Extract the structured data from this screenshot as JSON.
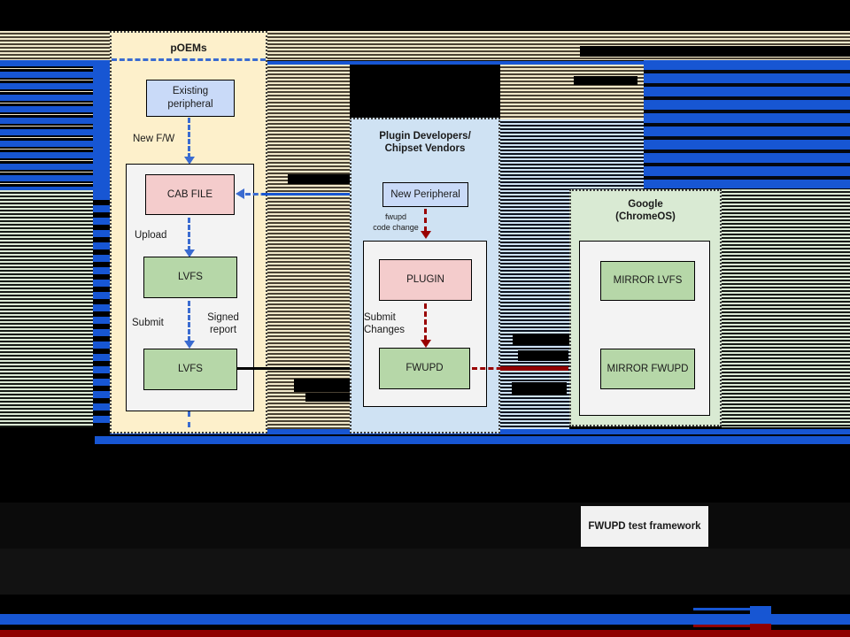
{
  "poems": {
    "title": "pOEMs",
    "existing_peripheral": "Existing\nperipheral",
    "new_fw_label": "New F/W",
    "cab_file": "CAB FILE",
    "upload_label": "Upload",
    "lvfs_upper": "LVFS",
    "submit_label": "Submit",
    "signed_report_label": "Signed\nreport",
    "lvfs_lower": "LVFS"
  },
  "plugin": {
    "title": "Plugin Developers/\nChipset Vendors",
    "new_peripheral": "New Peripheral",
    "code_change_label": "fwupd\ncode change",
    "plugin_node": "PLUGIN",
    "submit_changes_label": "Submit\nChanges",
    "fwupd_node": "FWUPD"
  },
  "google": {
    "title": "Google\n(ChromeOS)",
    "mirror_lvfs": "MIRROR LVFS",
    "mirror_fwupd": "MIRROR FWUPD"
  },
  "footer": {
    "test_framework_label": "FWUPD test framework"
  },
  "colors": {
    "poems_bg": "#fdf0cb",
    "plugin_bg": "#cfe2f3",
    "google_bg": "#d9ead3",
    "peripheral_node_bg": "#c9daf8",
    "pink_node_bg": "#f4cccc",
    "green_node_bg": "#b6d7a8",
    "panel_bg": "#f3f3f3",
    "blue_accent": "#1756d3",
    "dashed_blue": "#3a6bd0",
    "dark_red": "#990000",
    "bottom_red_band": "#8f0000",
    "canvas_bg": "#000000"
  }
}
